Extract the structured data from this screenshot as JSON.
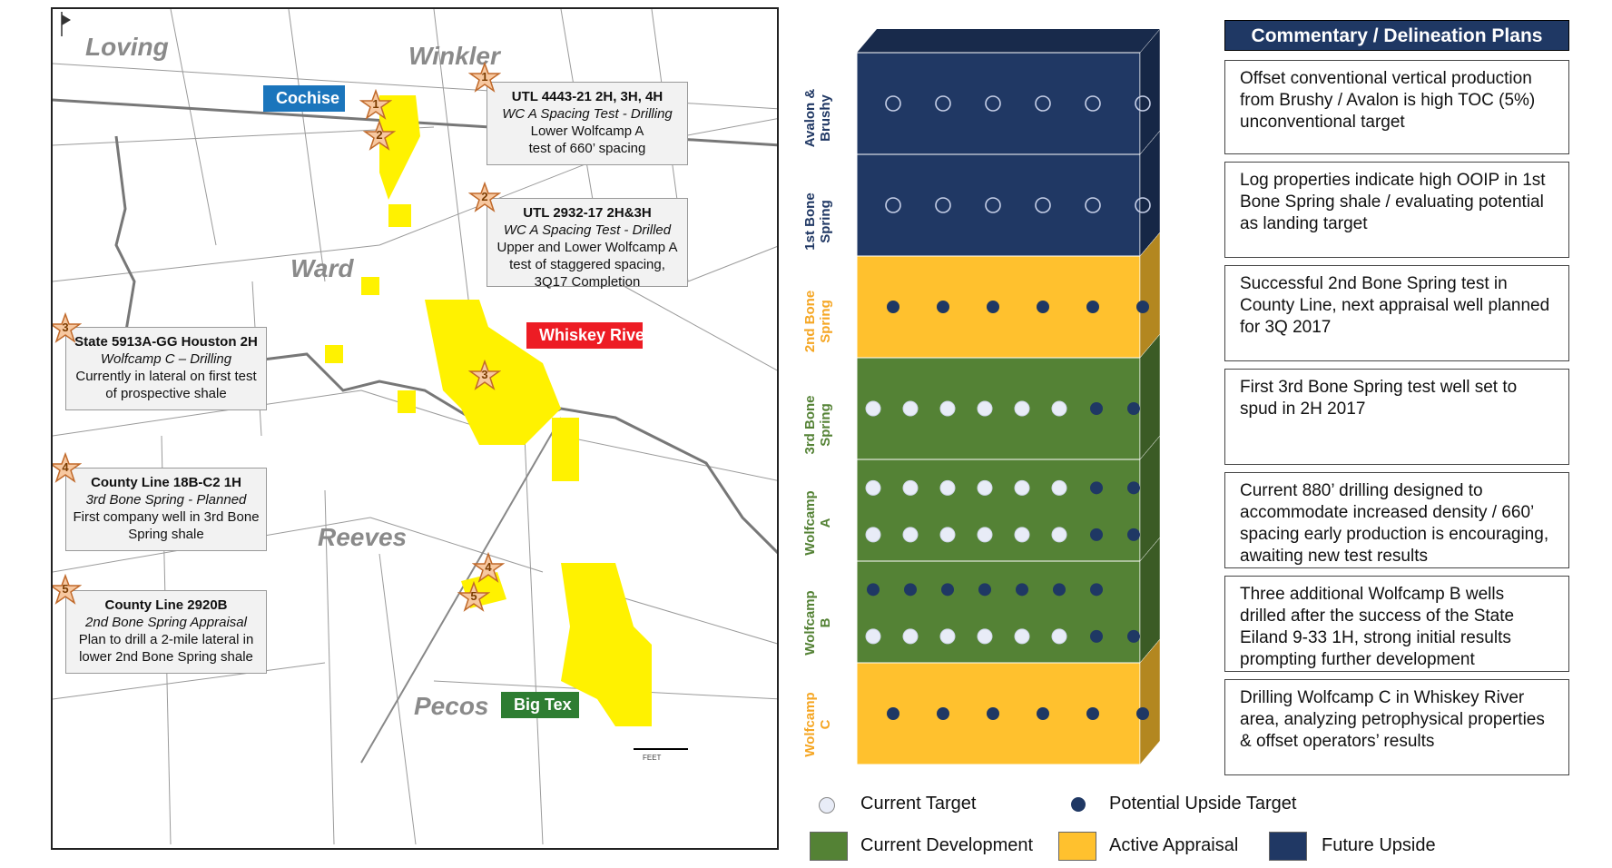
{
  "map": {
    "counties": [
      {
        "id": "loving",
        "name": "Loving"
      },
      {
        "id": "winkler",
        "name": "Winkler"
      },
      {
        "id": "ward",
        "name": "Ward"
      },
      {
        "id": "reeves",
        "name": "Reeves"
      },
      {
        "id": "pecos",
        "name": "Pecos"
      }
    ],
    "areas": [
      {
        "id": "cochise",
        "name": "Cochise",
        "color": "#1b75bc"
      },
      {
        "id": "whiskey-river",
        "name": "Whiskey River",
        "color": "#ed1c24"
      },
      {
        "id": "big-tex",
        "name": "Big Tex",
        "color": "#2e7d32"
      }
    ],
    "callouts": [
      {
        "id": "utl-4443",
        "marker": "1",
        "title": "UTL 4443-21 2H, 3H, 4H",
        "subtitle": "WC A Spacing Test - Drilling",
        "lines": [
          "Lower Wolfcamp A",
          "test of 660’ spacing"
        ]
      },
      {
        "id": "utl-2932",
        "marker": "2",
        "title": "UTL 2932-17 2H&3H",
        "subtitle": "WC A Spacing Test - Drilled",
        "lines": [
          "Upper and Lower Wolfcamp A",
          "test of staggered spacing,",
          "3Q17 Completion"
        ]
      },
      {
        "id": "state-5913a",
        "marker": "3",
        "title": "State 5913A-GG Houston 2H",
        "subtitle": "Wolfcamp C – Drilling",
        "lines": [
          "Currently in lateral on first test",
          "of prospective shale"
        ]
      },
      {
        "id": "county-line-18b",
        "marker": "4",
        "title": "County Line 18B-C2 1H",
        "subtitle": "3rd Bone Spring - Planned",
        "lines": [
          "First company well in 3rd Bone",
          "Spring shale"
        ]
      },
      {
        "id": "county-line-2920b",
        "marker": "5",
        "title": "County Line 2920B",
        "subtitle": "2nd Bone Spring Appraisal",
        "lines": [
          "Plan to drill a 2-mile lateral in",
          "lower 2nd Bone Spring shale"
        ]
      }
    ],
    "stars": [
      "1",
      "2",
      "1",
      "2",
      "3",
      "3",
      "4",
      "4",
      "5",
      "5"
    ],
    "scale_label": "FEET",
    "acreage_color": "#fff200"
  },
  "strat": {
    "colors": {
      "current_target": "#e8ecf7",
      "upside_target": "#1f3864",
      "current_development": "#548235",
      "active_appraisal": "#ffc12e",
      "future_upside": "#203864"
    },
    "zones": [
      {
        "id": "avalon",
        "label_line1": "Avalon &",
        "label_line2": "Brushy",
        "color": "#203864",
        "label_color": "#203864",
        "rows": [
          [
            "c",
            "c",
            "c",
            "c",
            "c",
            "c"
          ]
        ]
      },
      {
        "id": "bone1",
        "label_line1": "1st Bone",
        "label_line2": "Spring",
        "color": "#203864",
        "label_color": "#203864",
        "rows": [
          [
            "c",
            "c",
            "c",
            "c",
            "c",
            "c"
          ]
        ]
      },
      {
        "id": "bone2",
        "label_line1": "2nd Bone",
        "label_line2": "Spring",
        "color": "#ffc12e",
        "label_color": "#f5a623",
        "rows": [
          [
            "u",
            "u",
            "u",
            "u",
            "u",
            "u"
          ]
        ]
      },
      {
        "id": "bone3",
        "label_line1": "3rd Bone",
        "label_line2": "Spring",
        "color": "#548235",
        "label_color": "#548235",
        "rows": [
          [
            "c",
            "c",
            "c",
            "c",
            "c",
            "c",
            "u",
            "u"
          ]
        ]
      },
      {
        "id": "wca",
        "label_line1": "Wolfcamp",
        "label_line2": "A",
        "color": "#548235",
        "label_color": "#548235",
        "rows": [
          [
            "c",
            "c",
            "c",
            "c",
            "c",
            "c",
            "u",
            "u"
          ],
          [
            "c",
            "c",
            "c",
            "c",
            "c",
            "c",
            "u",
            "u"
          ]
        ]
      },
      {
        "id": "wcb",
        "label_line1": "Wolfcamp",
        "label_line2": "B",
        "color": "#548235",
        "label_color": "#548235",
        "rows": [
          [
            "u",
            "u",
            "u",
            "u",
            "u",
            "u",
            "u"
          ],
          [
            "c",
            "c",
            "c",
            "c",
            "c",
            "c",
            "u",
            "u"
          ]
        ]
      },
      {
        "id": "wcc",
        "label_line1": "Wolfcamp",
        "label_line2": "C",
        "color": "#ffc12e",
        "label_color": "#f5a623",
        "rows": [
          [
            "u",
            "u",
            "u",
            "u",
            "u",
            "u"
          ]
        ]
      }
    ]
  },
  "commentary": {
    "header": "Commentary / Delineation Plans",
    "items": [
      {
        "id": "avalon",
        "text": "Offset conventional vertical production from Brushy / Avalon is high TOC (5%) unconventional target"
      },
      {
        "id": "bone1",
        "text": "Log properties indicate high OOIP in 1st Bone Spring shale / evaluating potential as landing target"
      },
      {
        "id": "bone2",
        "text": "Successful 2nd Bone Spring test in County Line, next appraisal well planned for 3Q 2017"
      },
      {
        "id": "bone3",
        "text": "First 3rd Bone Spring test well set to spud in 2H 2017"
      },
      {
        "id": "wca",
        "text": "Current 880’ drilling designed to accommodate increased density / 660’ spacing early production is encouraging, awaiting new test results"
      },
      {
        "id": "wcb",
        "text": "Three additional Wolfcamp B wells drilled after the success of the State Eiland 9-33 1H, strong initial results prompting further development"
      },
      {
        "id": "wcc",
        "text": "Drilling Wolfcamp C in Whiskey River area, analyzing petrophysical properties & offset operators’ results"
      }
    ]
  },
  "legend": {
    "current_target": "Current Target",
    "upside_target": "Potential Upside Target",
    "current_development": "Current Development",
    "active_appraisal": "Active Appraisal",
    "future_upside": "Future Upside"
  }
}
